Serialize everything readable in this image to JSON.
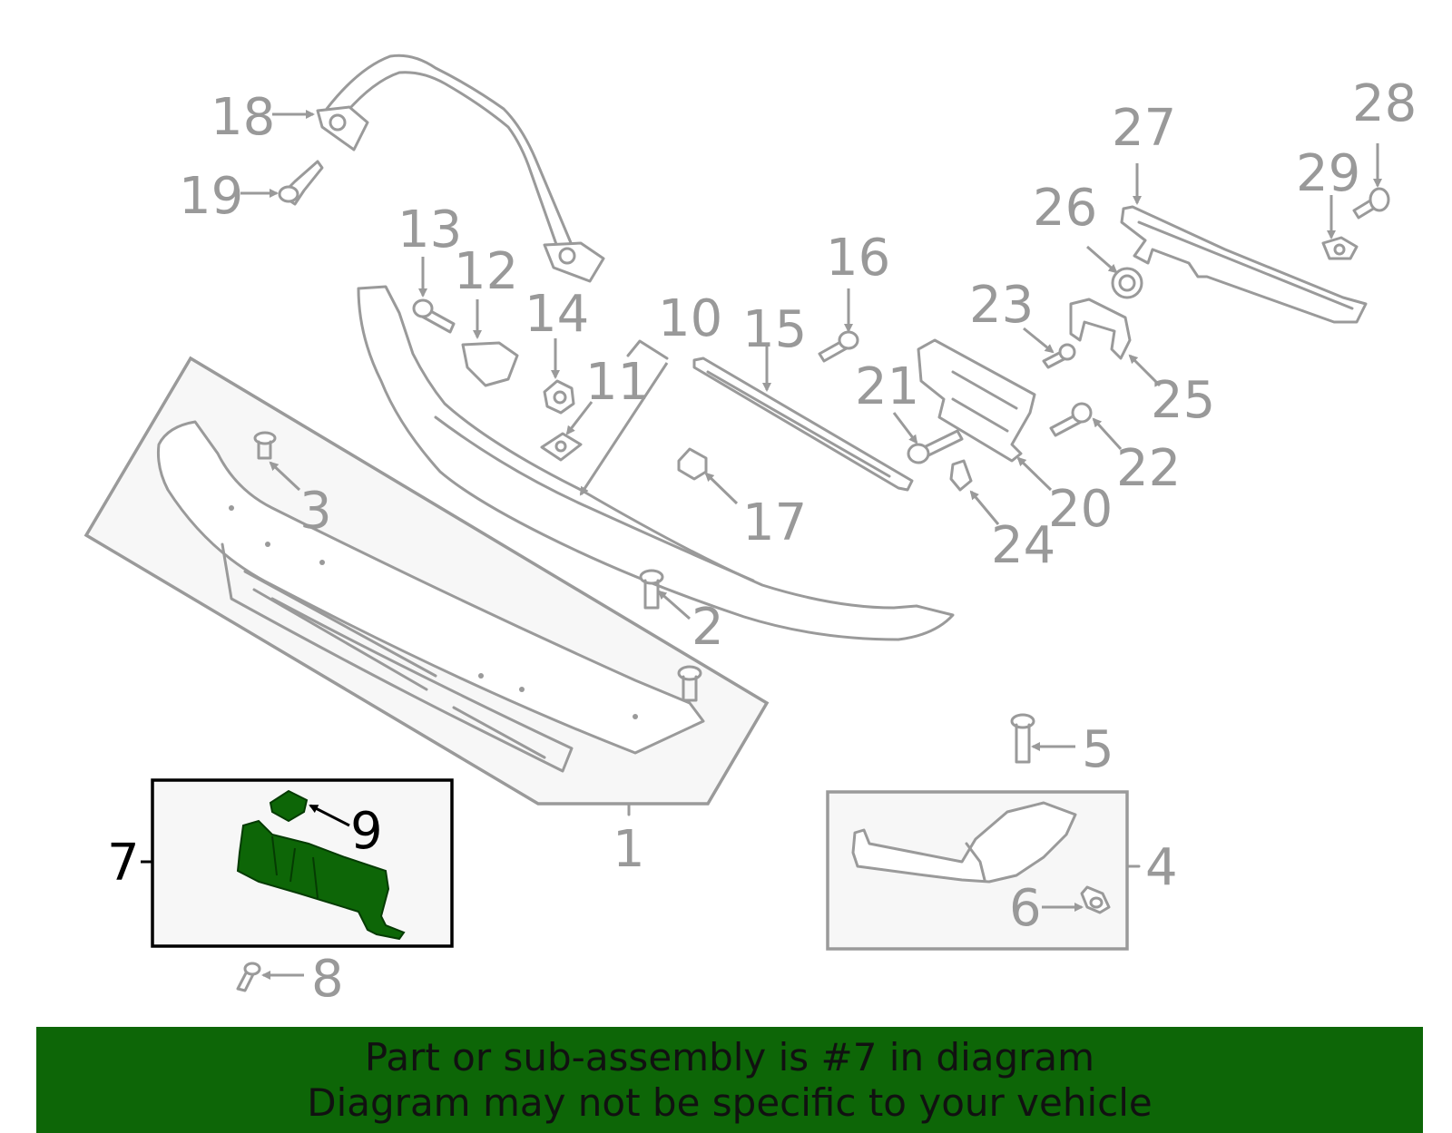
{
  "banner": {
    "line1": "Part or sub-assembly is #7 in diagram",
    "line2": "Diagram may not be specific to your vehicle"
  },
  "colors": {
    "highlight_part": "#0d6607",
    "banner_bg": "#0d6607",
    "line_gray": "#9a9a9a",
    "label_gray": "#999999",
    "highlight_label": "#000000"
  },
  "highlighted_part": "7",
  "labels": {
    "p1": "1",
    "p2": "2",
    "p3": "3",
    "p4": "4",
    "p5": "5",
    "p6": "6",
    "p7": "7",
    "p8": "8",
    "p9": "9",
    "p10": "10",
    "p11": "11",
    "p12": "12",
    "p13": "13",
    "p14": "14",
    "p15": "15",
    "p16": "16",
    "p17": "17",
    "p18": "18",
    "p19": "19",
    "p20": "20",
    "p21": "21",
    "p22": "22",
    "p23": "23",
    "p24": "24",
    "p25": "25",
    "p26": "26",
    "p27": "27",
    "p28": "28",
    "p29": "29"
  }
}
